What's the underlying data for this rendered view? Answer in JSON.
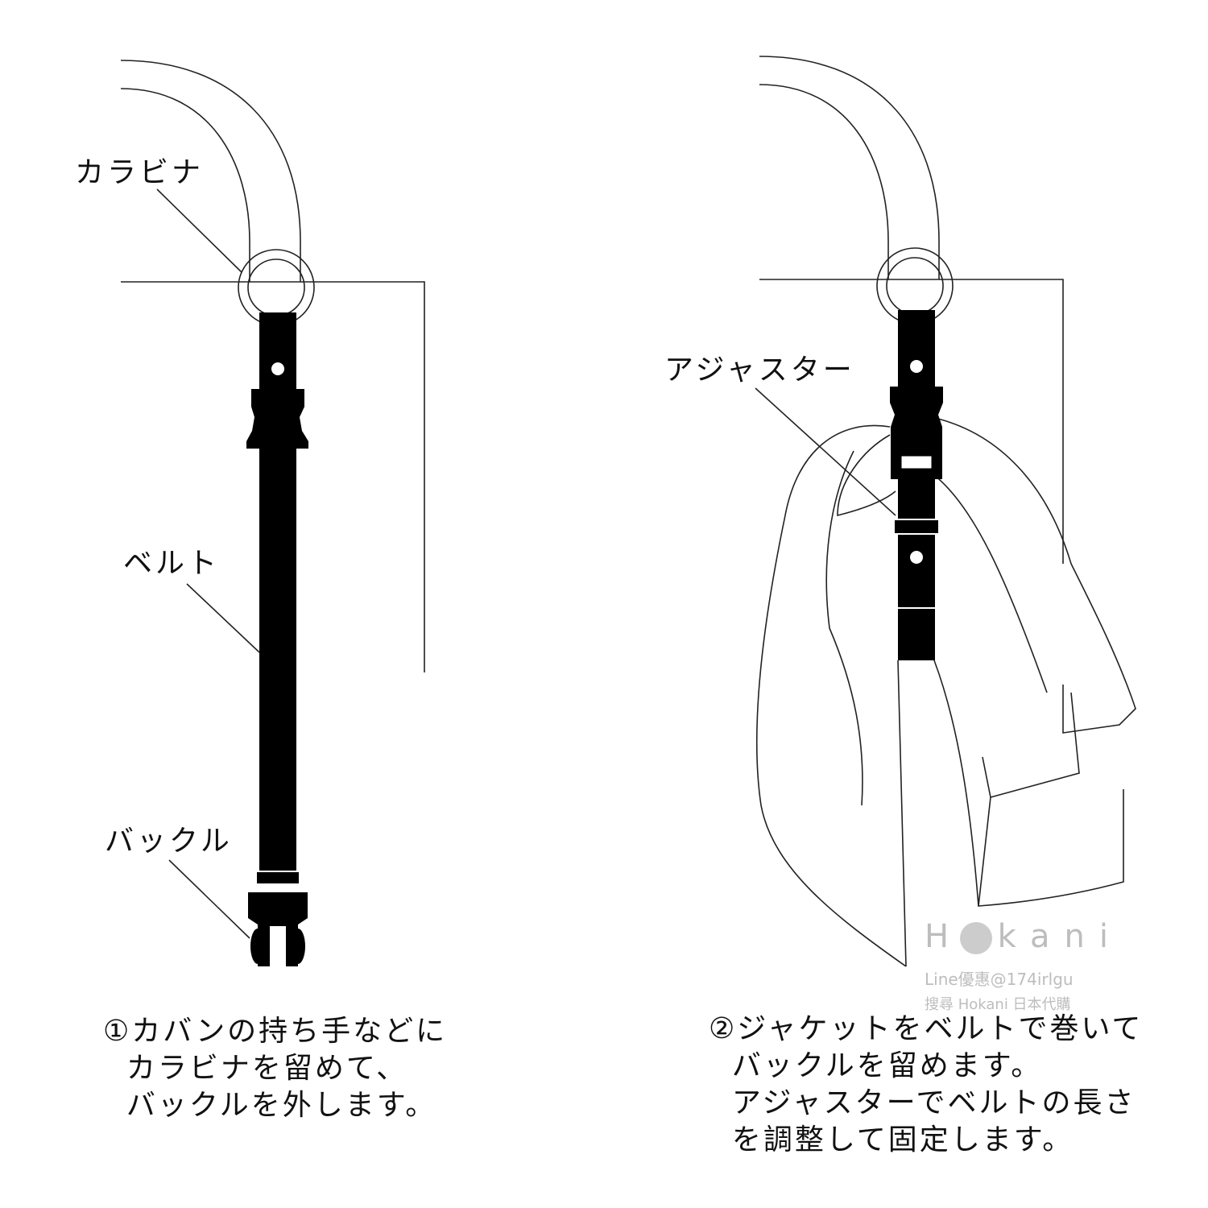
{
  "panel1": {
    "labels": {
      "carabiner": "カラビナ",
      "belt": "ベルト",
      "buckle": "バックル"
    },
    "caption": {
      "num": "①",
      "lines": [
        "カバンの持ち手などに",
        "カラビナを留めて、",
        "バックルを外します。"
      ]
    }
  },
  "panel2": {
    "labels": {
      "adjuster": "アジャスター"
    },
    "caption": {
      "num": "②",
      "lines": [
        "ジャケットをベルトで巻いて",
        "バックルを留めます。",
        "アジャスターでベルトの長さ",
        "を調整して固定します。"
      ]
    }
  },
  "watermark": {
    "logo": "Hokani",
    "line1": "Line優惠@174irlgu",
    "line2": "搜尋 Hokani 日本代購"
  }
}
